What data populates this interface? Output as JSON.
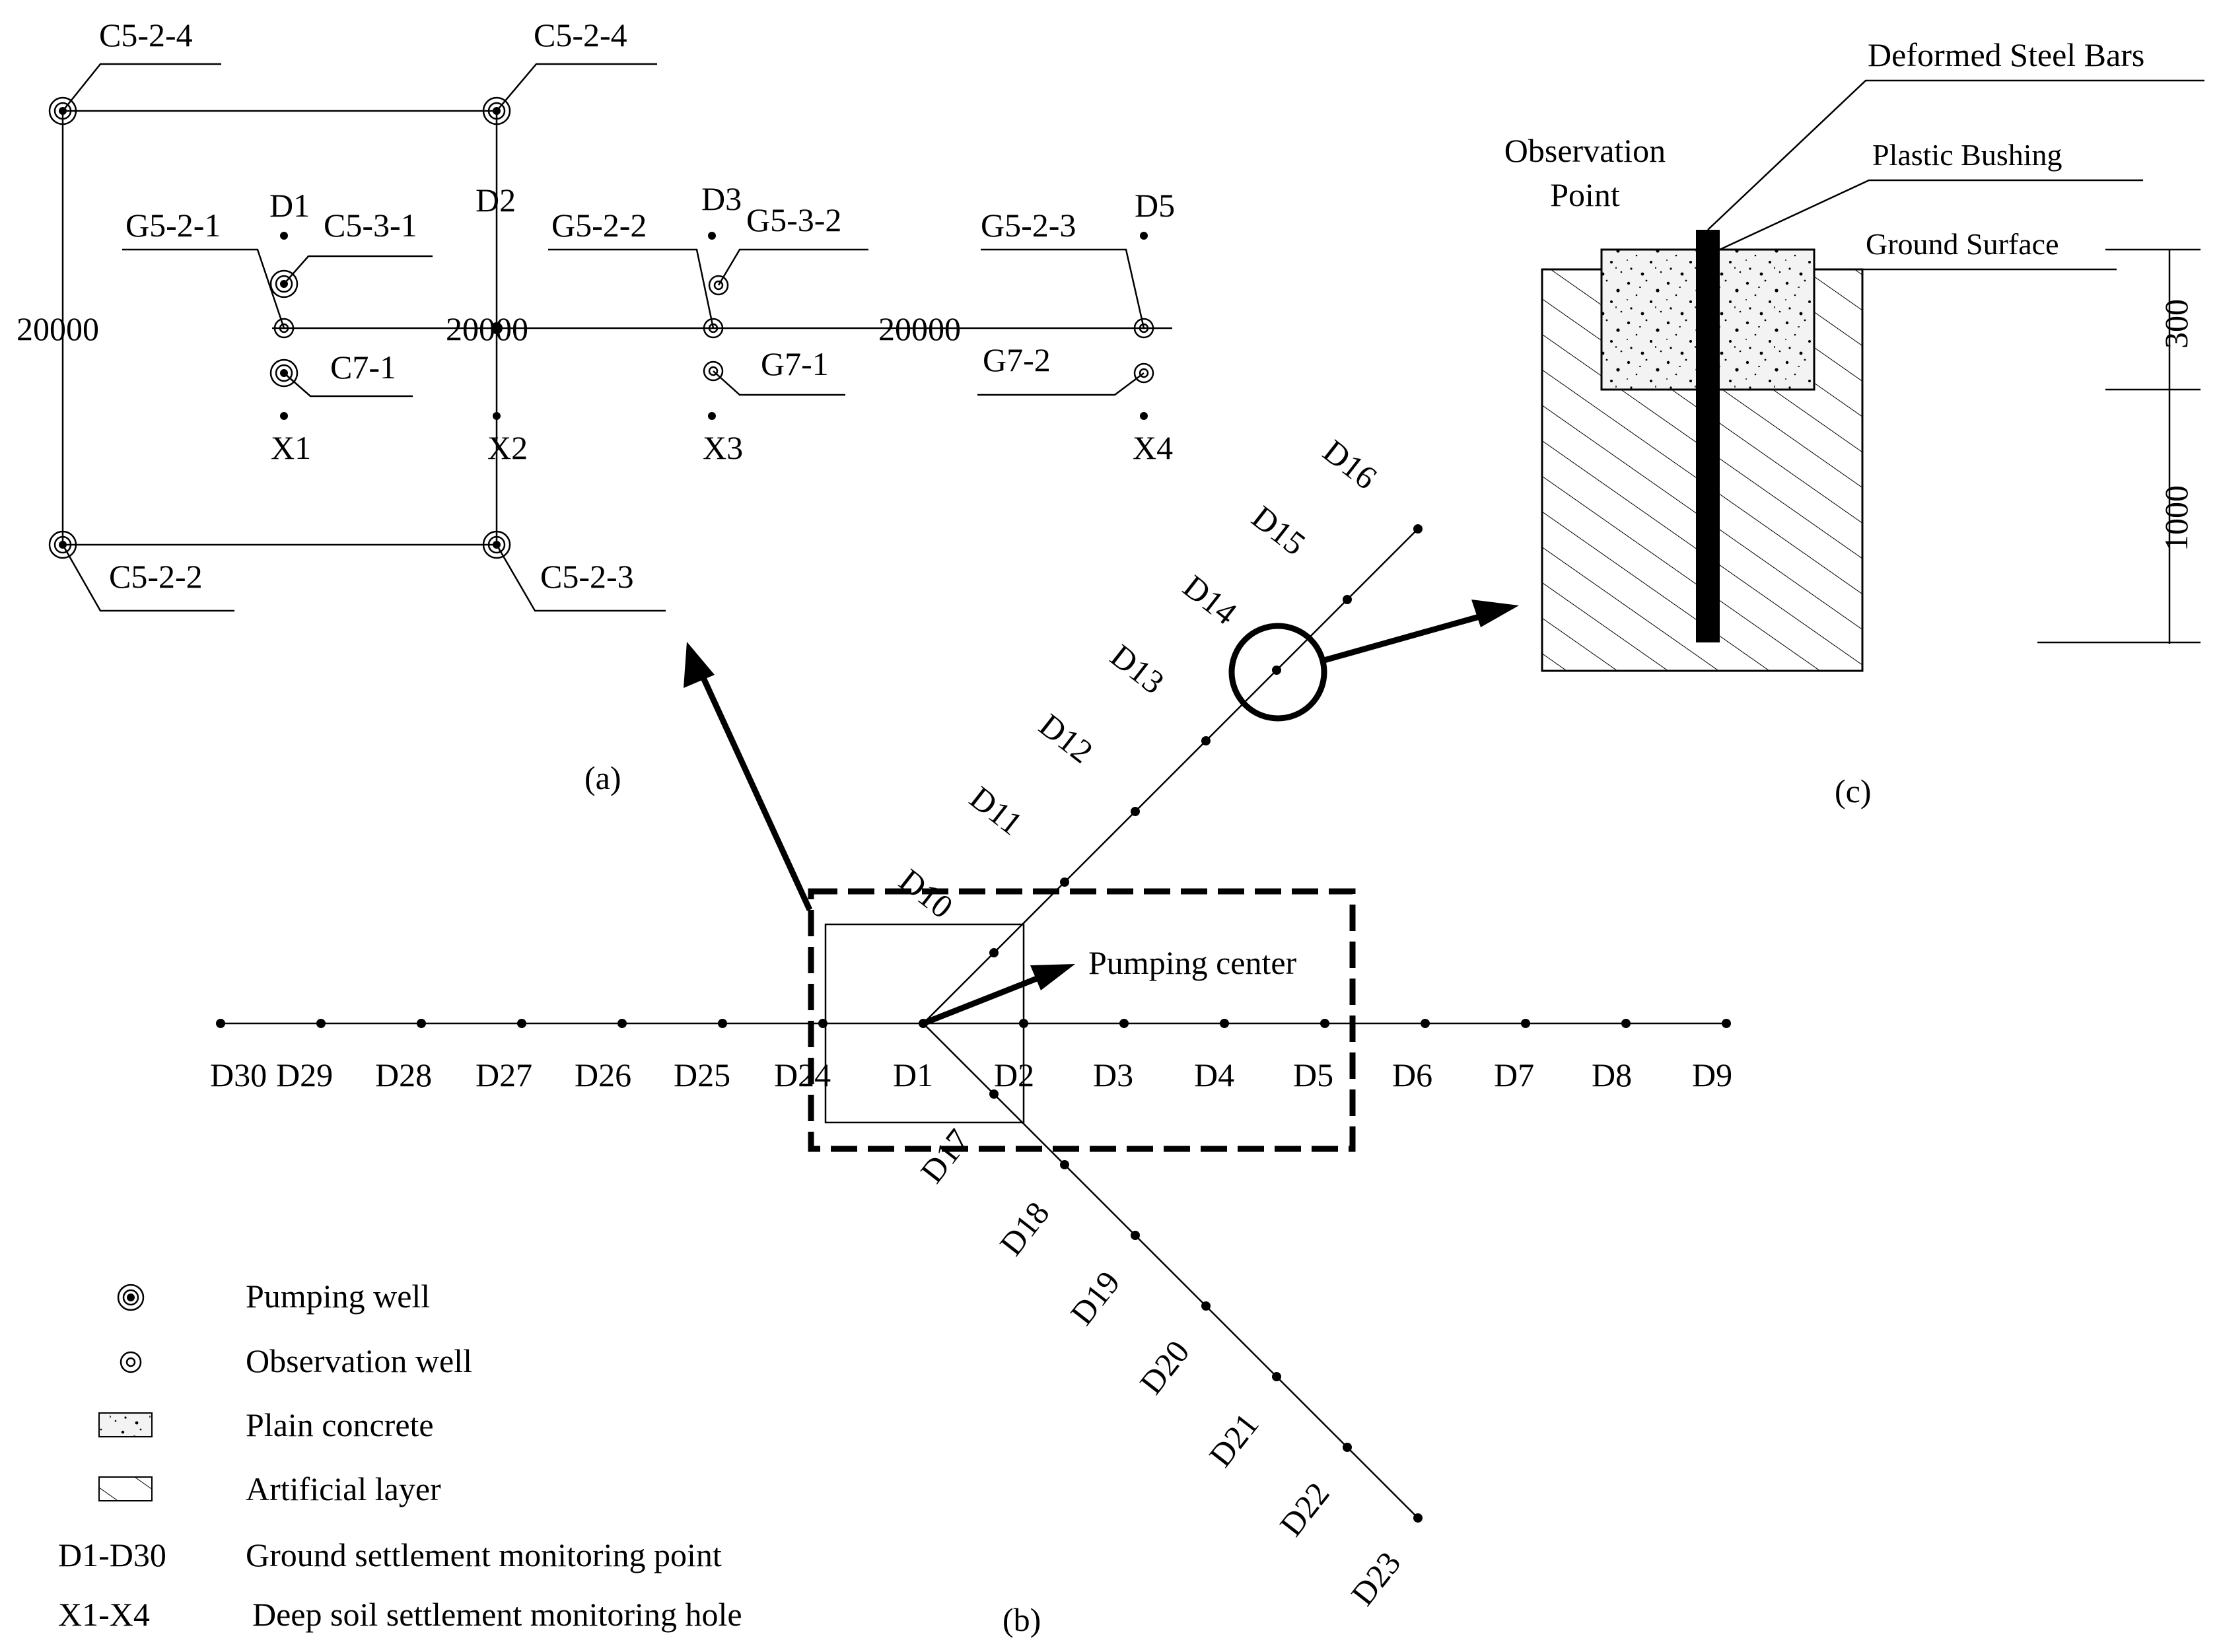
{
  "panel_a": {
    "caption": "(a)",
    "corner_wells": {
      "top_left": "C5-2-4",
      "top_right": "C5-2-4",
      "bottom_left": "C5-2-2",
      "bottom_right": "C5-2-3"
    },
    "spacing_labels": [
      "20000",
      "20000",
      "20000"
    ],
    "groups": [
      {
        "point_top": "D1",
        "point_bottom": "X1",
        "well_top": "C5-3-1",
        "well_center": "G5-2-1",
        "well_bottom": "C7-1"
      },
      {
        "point_top": "D2",
        "point_bottom": "X2"
      },
      {
        "point_top": "D3",
        "point_bottom": "X3",
        "well_top": "G5-3-2",
        "well_center": "G5-2-2",
        "well_bottom": "G7-1"
      },
      {
        "point_top": "D5",
        "point_bottom": "X4",
        "well_center": "G5-2-3",
        "well_bottom": "G7-2"
      }
    ]
  },
  "panel_b": {
    "caption": "(b)",
    "pumping_center_label": "Pumping center",
    "horizontal_left": [
      "D30",
      "D29",
      "D28",
      "D27",
      "D26",
      "D25",
      "D24"
    ],
    "center": "D1",
    "horizontal_right": [
      "D2",
      "D3",
      "D4",
      "D5",
      "D6",
      "D7",
      "D8",
      "D9"
    ],
    "diagonal_up": [
      "D10",
      "D11",
      "D12",
      "D13",
      "D14",
      "D15",
      "D16"
    ],
    "diagonal_down": [
      "D17",
      "D18",
      "D19",
      "D20",
      "D21",
      "D22",
      "D23"
    ]
  },
  "panel_c": {
    "caption": "(c)",
    "observation_point": [
      "Observation",
      "Point"
    ],
    "deformed_steel_bars": "Deformed Steel Bars",
    "plastic_bushing": "Plastic Bushing",
    "ground_surface": "Ground Surface",
    "dim_top": "300",
    "dim_bottom": "1000"
  },
  "legend": [
    {
      "symbol": "pumping-well",
      "label": "Pumping well"
    },
    {
      "symbol": "observation-well",
      "label": "Observation well"
    },
    {
      "symbol": "plain-concrete",
      "label": "Plain concrete"
    },
    {
      "symbol": "artificial-layer",
      "label": "Artificial layer"
    },
    {
      "symbol": "text",
      "code": "D1-D30",
      "label": "Ground settlement monitoring point"
    },
    {
      "symbol": "text",
      "code": "X1-X4",
      "label": "Deep soil settlement monitoring hole"
    }
  ]
}
